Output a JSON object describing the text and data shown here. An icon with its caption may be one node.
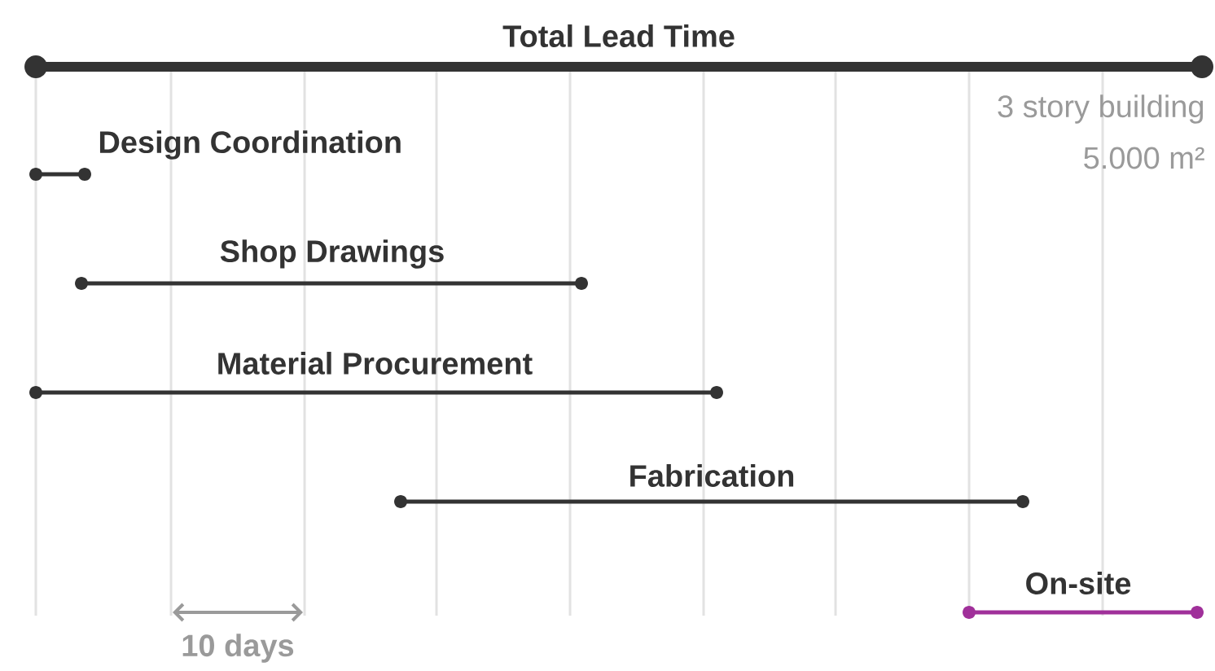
{
  "diagram": {
    "nodes": [
      {
        "text": [
          "Total Lead Time"
        ]
      },
      {
        "text": [
          "Design Coordination"
        ]
      },
      {
        "text": [
          "Shop Drawings"
        ]
      },
      {
        "text": [
          "Material Procurement"
        ]
      },
      {
        "text": [
          "Fabrication"
        ]
      },
      {
        "text": [
          "On-site"
        ]
      }
    ],
    "labels": [
      "3 story building",
      "5.000 m²",
      "10 days"
    ]
  }
}
